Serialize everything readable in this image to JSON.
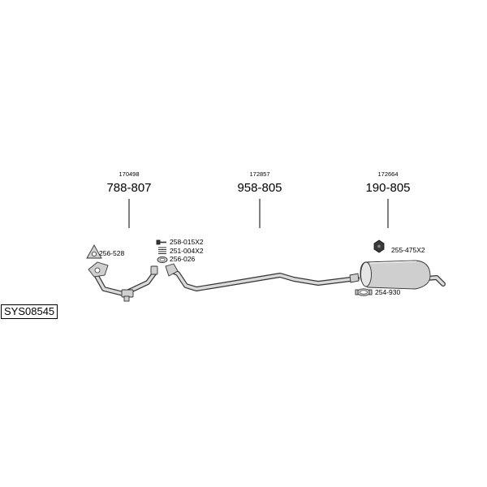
{
  "system_code": "SYS08545",
  "assemblies": [
    {
      "ref": "170498",
      "part_no": "788-807"
    },
    {
      "ref": "172857",
      "part_no": "958-805"
    },
    {
      "ref": "172664",
      "part_no": "190-805"
    }
  ],
  "parts": {
    "gasket_front": "256-528",
    "bolt": "258-015X2",
    "spring": "251-004X2",
    "ring": "256-026",
    "nut": "255-475X2",
    "clamp": "254-930"
  }
}
